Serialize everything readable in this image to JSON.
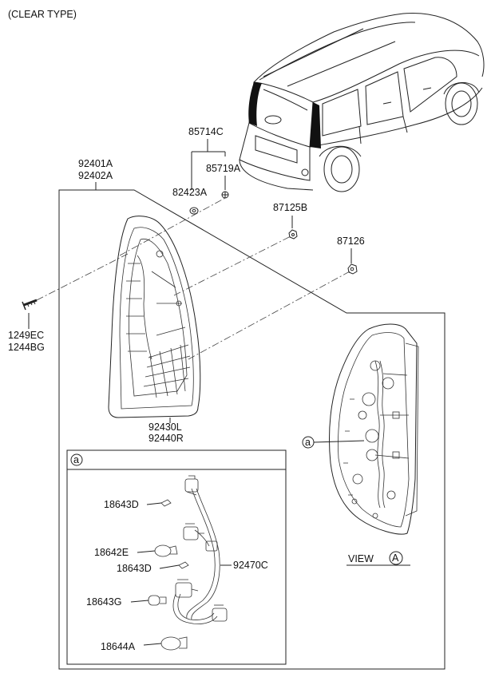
{
  "header": {
    "type_label": "(CLEAR TYPE)"
  },
  "parts": {
    "p85714C": "85714C",
    "p85719A": "85719A",
    "p82423A": "82423A",
    "p92401A": "92401A",
    "p92402A": "92402A",
    "p87125B": "87125B",
    "p87126": "87126",
    "p1249EC": "1249EC",
    "p1244BG": "1244BG",
    "p92430L": "92430L",
    "p92440R": "92440R",
    "p18643D_1": "18643D",
    "p18642E": "18642E",
    "p18643D_2": "18643D",
    "p92470C": "92470C",
    "p18643G": "18643G",
    "p18644A": "18644A"
  },
  "callouts": {
    "detail_marker": "a",
    "callout_marker": "a",
    "view_label": "VIEW",
    "view_letter": "A"
  }
}
